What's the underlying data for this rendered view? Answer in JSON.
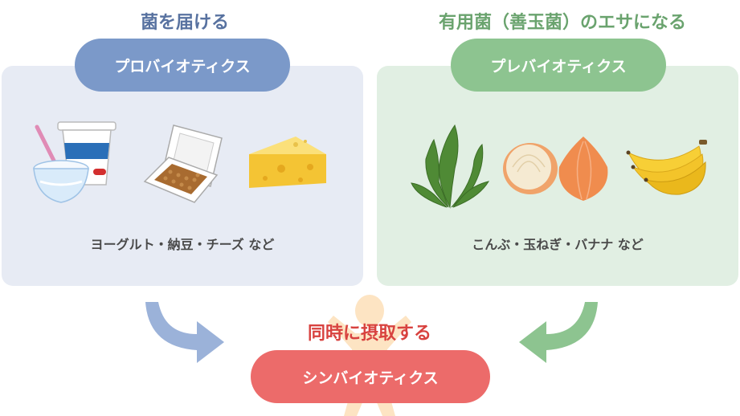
{
  "colors": {
    "probiotics_accent": "#7b99c9",
    "probiotics_heading": "#5872a0",
    "probiotics_panel": "#e7ebf4",
    "prebiotics_accent": "#8dc490",
    "prebiotics_heading": "#6aa36e",
    "prebiotics_panel": "#e1efe3",
    "synbiotics_accent": "#ec6b6a",
    "synbiotics_heading": "#d8423f",
    "person_silhouette": "#fde4c3",
    "caption_text": "#4a4a4a"
  },
  "probiotics": {
    "heading": "菌を届ける",
    "label": "プロバイオティクス",
    "caption": "ヨーグルト・納豆・チーズ など",
    "items": [
      "yogurt",
      "natto",
      "cheese"
    ]
  },
  "prebiotics": {
    "heading": "有用菌（善玉菌）のエサになる",
    "label": "プレバイオティクス",
    "caption": "こんぶ・玉ねぎ・バナナ など",
    "items": [
      "kelp",
      "onion",
      "banana"
    ]
  },
  "synbiotics": {
    "heading": "同時に摂取する",
    "label": "シンバイオティクス"
  }
}
